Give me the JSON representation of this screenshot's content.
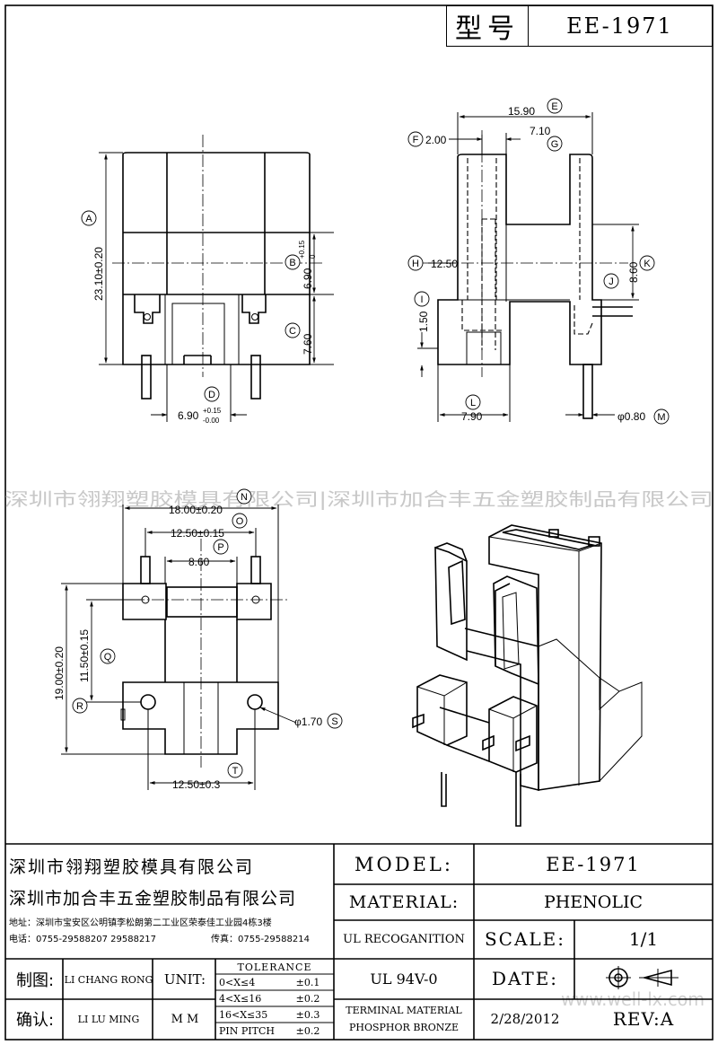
{
  "header": {
    "label": "型号",
    "model": "EE-1971"
  },
  "views": {
    "front": {
      "dims": {
        "A": "A",
        "B": "B",
        "C": "C",
        "D": "D",
        "h_total": "23.10±0.20",
        "h_mid": "6.90",
        "h_mid_tol_up": "+0.15",
        "h_mid_tol_dn": "0",
        "h_base": "7.60",
        "w_slot": "6.90",
        "w_slot_tol_up": "+0.15",
        "w_slot_tol_dn": "-0.00"
      }
    },
    "side": {
      "dims": {
        "E": "E",
        "F": "F",
        "G": "G",
        "H": "H",
        "I": "I",
        "J": "J",
        "K": "K",
        "L": "L",
        "M": "M",
        "w_total": "15.90",
        "w_f": "2.00",
        "w_g": "7.10",
        "h_h": "12.50",
        "h_k": "8.60",
        "h_i": "1.50",
        "w_l": "7.90",
        "pin": "φ0.80"
      }
    },
    "bottom": {
      "dims": {
        "N": "N",
        "O": "O",
        "P": "P",
        "Q": "Q",
        "R": "R",
        "S": "S",
        "T": "T",
        "w_n": "18.00±0.20",
        "w_o": "12.50±0.15",
        "w_p": "8.60",
        "h_q": "11.50±0.15",
        "h_r": "19.00±0.20",
        "hole": "φ1.70",
        "w_t": "12.50±0.3"
      }
    }
  },
  "watermark": {
    "text": "深圳市翎翔塑胶模具有限公司|深圳市加合丰五金塑胶制品有限公司",
    "site": "www.well-lx.com"
  },
  "title_block": {
    "company1": "深圳市翎翔塑胶模具有限公司",
    "company2": "深圳市加合丰五金塑胶制品有限公司",
    "address": "地址：深圳市宝安区公明镇李松朗第二工业区荣泰佳工业园4栋3楼",
    "phone": "电话：0755-29588207  29588217",
    "fax": "传真：0755-29588214",
    "model_label": "MODEL:",
    "model_value": "EE-1971",
    "material_label": "MATERIAL:",
    "material_value": "PHENOLIC",
    "ul_label": "UL RECOGANITION",
    "ul_value": "UL 94V-0",
    "scale_label": "SCALE:",
    "scale_value": "1/1",
    "date_label": "DATE:",
    "date_value": "2/28/2012",
    "rev": "REV:A",
    "terminal_label": "TERMINAL MATERIAL",
    "terminal_value": "PHOSPHOR  BRONZE",
    "drawn_label": "制图:",
    "drawn_by": "LI CHANG RONG",
    "check_label": "确认:",
    "check_by": "LI LU MING",
    "unit_label": "UNIT:",
    "unit_value": "M M",
    "tol_title": "TOLERANCE",
    "tol_rows": [
      {
        "range": "0<X≤4",
        "val": "±0.1"
      },
      {
        "range": "4<X≤16",
        "val": "±0.2"
      },
      {
        "range": "16<X≤35",
        "val": "±0.3"
      },
      {
        "range": "PIN PITCH",
        "val": "±0.2"
      }
    ]
  }
}
